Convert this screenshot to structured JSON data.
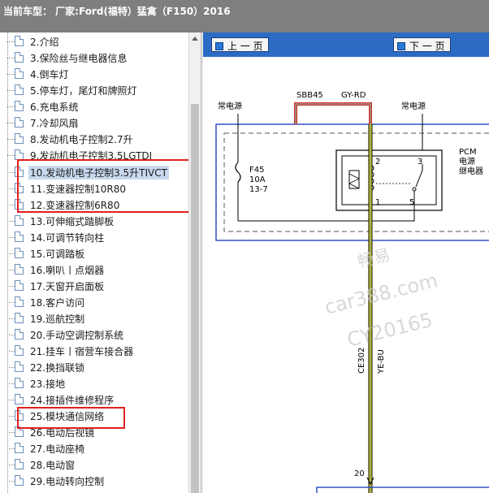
{
  "header": {
    "title": "当前车型：  厂家:Ford(福特）猛禽（F150）2016"
  },
  "tree": {
    "items": [
      {
        "label": "2.介绍"
      },
      {
        "label": "3.保险丝与继电器信息"
      },
      {
        "label": "4.倒车灯"
      },
      {
        "label": "5.停车灯，尾灯和牌照灯"
      },
      {
        "label": "6.充电系统"
      },
      {
        "label": "7.冷却风扇"
      },
      {
        "label": "8.发动机电子控制2.7升"
      },
      {
        "label": "9.发动机电子控制3.5LGTDI"
      },
      {
        "label": "10.发动机电子控制3.5升TIVCT"
      },
      {
        "label": "11.变速器控制10R80"
      },
      {
        "label": "12.变速器控制6R80"
      },
      {
        "label": "13.可伸缩式踏脚板"
      },
      {
        "label": "14.可调节转向柱"
      },
      {
        "label": "15.可调踏板"
      },
      {
        "label": "16.喇叭丨点烟器"
      },
      {
        "label": "17.天窗开启面板"
      },
      {
        "label": "18.客户访问"
      },
      {
        "label": "19.巡航控制"
      },
      {
        "label": "20.手动空调控制系统"
      },
      {
        "label": "21.挂车丨宿营车接合器"
      },
      {
        "label": "22.换挡联锁"
      },
      {
        "label": "23.接地"
      },
      {
        "label": "24.接插件维修程序"
      },
      {
        "label": "25.模块通信网络"
      },
      {
        "label": "26.电动后视镜"
      },
      {
        "label": "27.电动座椅"
      },
      {
        "label": "28.电动窗"
      },
      {
        "label": "29.电动转向控制"
      }
    ],
    "selected_index": 8
  },
  "nav": {
    "prev_label": "上 一 页",
    "next_label": "下 一 页"
  },
  "diagram": {
    "left_power_label": "常电源",
    "right_power_label": "常电源",
    "wire_left_label": "SBB45",
    "wire_right_label": "GY-RD",
    "fuse": {
      "name": "F45",
      "rating": "10A",
      "pin": "13-7"
    },
    "relay": {
      "line1": "PCM",
      "line2": "电源",
      "line3": "继电器"
    },
    "pins": {
      "p1": "1",
      "p2": "2",
      "p3": "3",
      "p5": "5",
      "p20": "20"
    },
    "wire_circuit": "CE302",
    "wire_color": "YE-BU",
    "watermark": {
      "line1": "畅易",
      "line2": "car388.com",
      "line3": "CY20165"
    }
  },
  "colors": {
    "header_bg": "#7f7f7f",
    "nav_strip": "#2c6bc4",
    "highlight_box": "#e02020",
    "wire_red": "#d03020",
    "wire_gray": "#9a9a9a",
    "wire_yellow": "#f2e000",
    "wire_blue": "#2a6fe0"
  }
}
